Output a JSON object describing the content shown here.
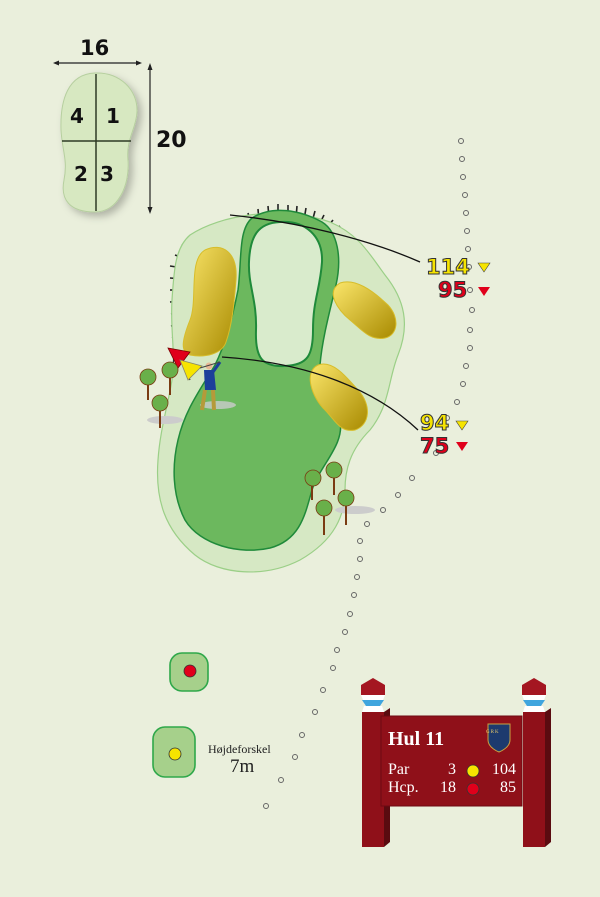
{
  "green_diagram": {
    "width_label": "16",
    "depth_label": "20",
    "quadrants": [
      "4",
      "1",
      "2",
      "3"
    ]
  },
  "distances": {
    "back_green": {
      "yellow": "114",
      "red": "95"
    },
    "front_bunker": {
      "yellow": "94",
      "red": "75"
    }
  },
  "tees": {
    "elevation_label": "Højdeforskel",
    "elevation_value": "7m"
  },
  "sign": {
    "title": "Hul 11",
    "logo_letters": "GRK",
    "rows": [
      {
        "label": "Par",
        "value": "3",
        "tee_color": "#f6e400",
        "distance": "104"
      },
      {
        "label": "Hcp.",
        "value": "18",
        "tee_color": "#e0001b",
        "distance": "85"
      }
    ]
  },
  "colors": {
    "background": "#eaefdc",
    "rough": "#d6e8c4",
    "fairway": "#6cb85e",
    "green_border": "#1f8a3a",
    "bunker": "#e8cf3a",
    "sign": "#8f1019",
    "yellow": "#f6e400",
    "red": "#e0001b"
  }
}
